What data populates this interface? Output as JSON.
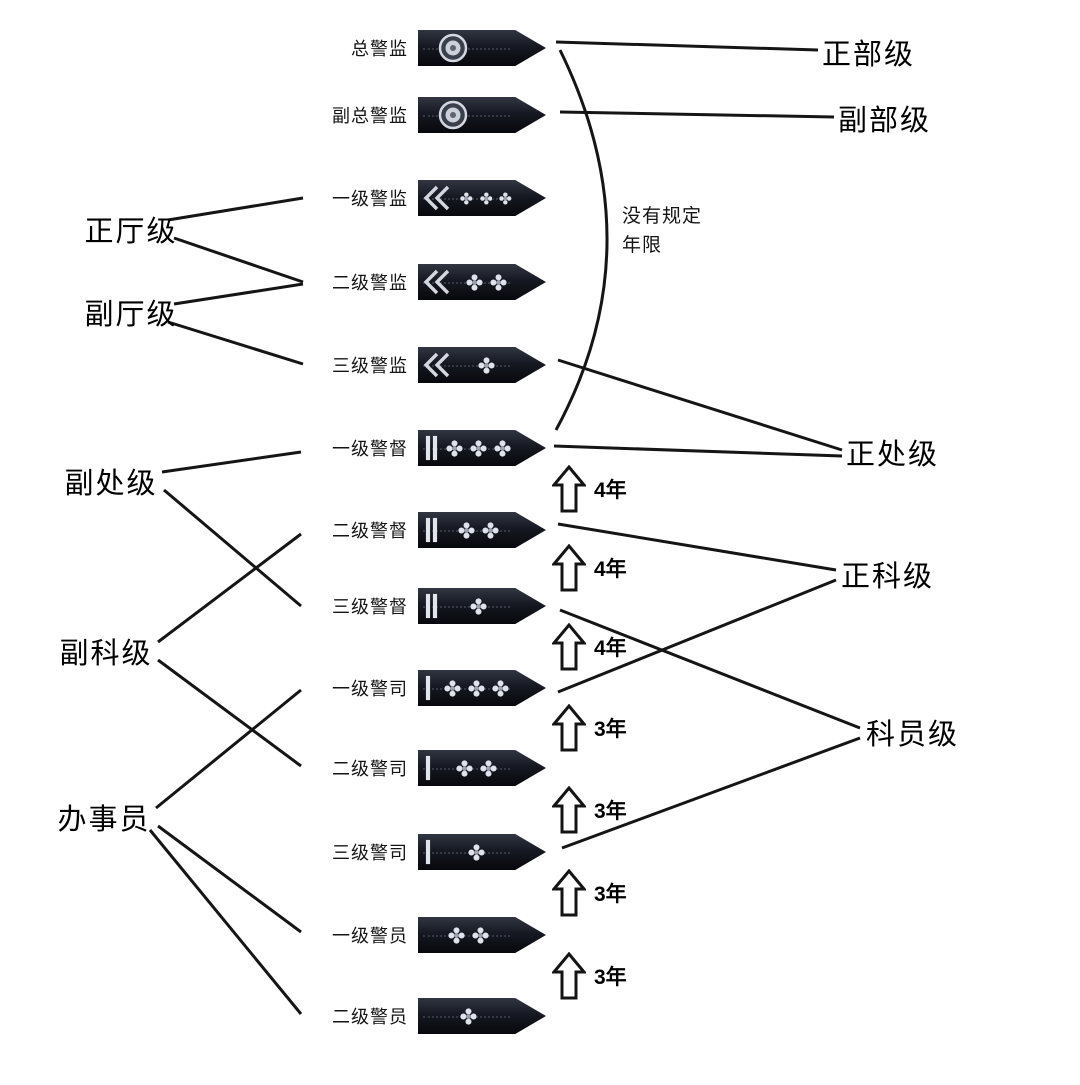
{
  "ranks": [
    {
      "label": "总警监",
      "insignia": "wreath-badge",
      "bars": 0,
      "flowers": 0
    },
    {
      "label": "副总警监",
      "insignia": "wreath-badge",
      "bars": 0,
      "flowers": 0
    },
    {
      "label": "一级警监",
      "insignia": "olive-branch",
      "bars": 0,
      "flowers": 3
    },
    {
      "label": "二级警监",
      "insignia": "olive-branch",
      "bars": 0,
      "flowers": 2
    },
    {
      "label": "三级警监",
      "insignia": "olive-branch",
      "bars": 0,
      "flowers": 1
    },
    {
      "label": "一级警督",
      "insignia": "bars",
      "bars": 2,
      "flowers": 3
    },
    {
      "label": "二级警督",
      "insignia": "bars",
      "bars": 2,
      "flowers": 2
    },
    {
      "label": "三级警督",
      "insignia": "bars",
      "bars": 2,
      "flowers": 1
    },
    {
      "label": "一级警司",
      "insignia": "bars",
      "bars": 1,
      "flowers": 3
    },
    {
      "label": "二级警司",
      "insignia": "bars",
      "bars": 1,
      "flowers": 2
    },
    {
      "label": "三级警司",
      "insignia": "bars",
      "bars": 1,
      "flowers": 1
    },
    {
      "label": "一级警员",
      "insignia": "none",
      "bars": 0,
      "flowers": 2
    },
    {
      "label": "二级警员",
      "insignia": "none",
      "bars": 0,
      "flowers": 1
    }
  ],
  "left_levels": [
    {
      "label": "正厅级"
    },
    {
      "label": "副厅级"
    },
    {
      "label": "副处级"
    },
    {
      "label": "副科级"
    },
    {
      "label": "办事员"
    }
  ],
  "right_levels": [
    {
      "label": "正部级"
    },
    {
      "label": "副部级"
    },
    {
      "label": "正处级"
    },
    {
      "label": "正科级"
    },
    {
      "label": "科员级"
    }
  ],
  "note": {
    "line1": "没有规定",
    "line2": "年限"
  },
  "promotion_arrows": [
    {
      "from": "二级警督",
      "to": "一级警督",
      "years": "4年"
    },
    {
      "from": "三级警督",
      "to": "二级警督",
      "years": "4年"
    },
    {
      "from": "一级警司",
      "to": "三级警督",
      "years": "4年"
    },
    {
      "from": "二级警司",
      "to": "一级警司",
      "years": "3年"
    },
    {
      "from": "三级警司",
      "to": "二级警司",
      "years": "3年"
    },
    {
      "from": "一级警员",
      "to": "三级警司",
      "years": "3年"
    },
    {
      "from": "二级警员",
      "to": "一级警员",
      "years": "3年"
    }
  ],
  "connections": [
    {
      "rank": "总警监",
      "level": "正部级"
    },
    {
      "rank": "副总警监",
      "level": "副部级"
    },
    {
      "rank": "一级警监",
      "level": "正厅级"
    },
    {
      "rank": "二级警监",
      "level": "正厅级"
    },
    {
      "rank": "二级警监",
      "level": "副厅级"
    },
    {
      "rank": "三级警监",
      "level": "副厅级"
    },
    {
      "rank": "三级警监",
      "level": "正处级"
    },
    {
      "rank": "一级警督",
      "level": "正处级"
    },
    {
      "rank": "一级警督",
      "level": "副处级"
    },
    {
      "rank": "三级警督",
      "level": "副处级"
    },
    {
      "rank": "二级警督",
      "level": "正科级"
    },
    {
      "rank": "一级警司",
      "level": "正科级"
    },
    {
      "rank": "二级警督",
      "level": "副科级"
    },
    {
      "rank": "二级警司",
      "level": "副科级"
    },
    {
      "rank": "三级警督",
      "level": "科员级"
    },
    {
      "rank": "三级警司",
      "level": "科员级"
    },
    {
      "rank": "一级警司",
      "level": "办事员"
    },
    {
      "rank": "一级警员",
      "level": "办事员"
    },
    {
      "rank": "二级警员",
      "level": "办事员"
    }
  ],
  "colors": {
    "background": "#ffffff",
    "epaulette": "#14161d",
    "insignia": "#dfe2ea",
    "line": "#151515"
  }
}
